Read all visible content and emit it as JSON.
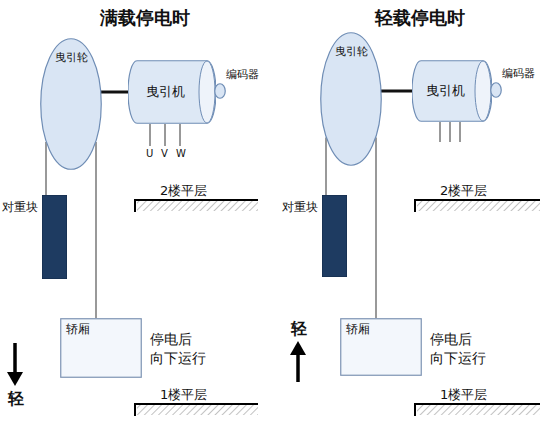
{
  "diagram": {
    "nodes": [
      {
        "text": [
          "曳引轮"
        ]
      },
      {
        "text": [
          "曳引机"
        ]
      },
      {
        "text": [
          "编码器"
        ]
      },
      {
        "text": [
          "对重块"
        ]
      },
      {
        "text": [
          "轿厢"
        ]
      },
      {
        "text": [
          "曳引轮"
        ]
      },
      {
        "text": [
          "曳引机"
        ]
      },
      {
        "text": [
          "编码器"
        ]
      },
      {
        "text": [
          "对重块"
        ]
      },
      {
        "text": [
          "轿厢"
        ]
      }
    ],
    "edges": [
      {
        "from": 0,
        "to": 1,
        "arrow": "none"
      },
      {
        "from": 0,
        "to": 3,
        "arrow": "none"
      },
      {
        "from": 0,
        "to": 4,
        "arrow": "none"
      },
      {
        "from": 5,
        "to": 6,
        "arrow": "none"
      },
      {
        "from": 5,
        "to": 8,
        "arrow": "none"
      },
      {
        "from": 5,
        "to": 9,
        "arrow": "none"
      }
    ],
    "labels": [
      "满载停电时",
      "轻载停电时",
      "U",
      "V",
      "W",
      "2楼平层",
      "1楼平层",
      "停电后 向下运行",
      "轻",
      "2楼平层",
      "1楼平层",
      "停电后 向下运行",
      "轻"
    ]
  }
}
